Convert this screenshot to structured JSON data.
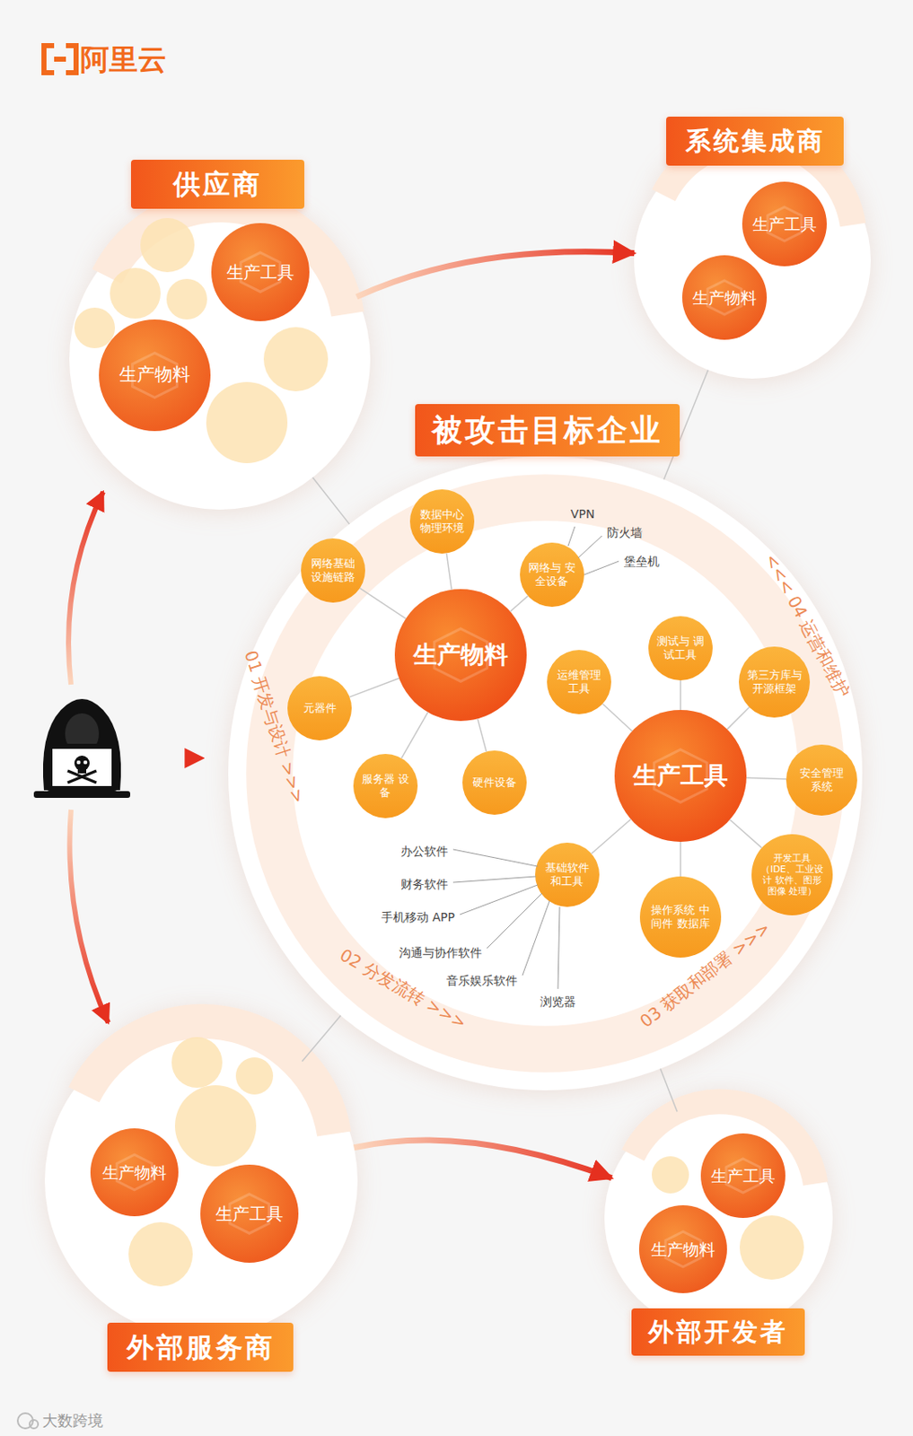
{
  "diagram": {
    "nodes": [
      {
        "text": [
          "供应商"
        ]
      },
      {
        "text": [
          "生产工具"
        ],
        "in": 0
      },
      {
        "text": [
          "生产物料"
        ],
        "in": 0
      },
      {
        "text": [
          "系统集成商"
        ]
      },
      {
        "text": [
          "生产工具"
        ],
        "in": 3
      },
      {
        "text": [
          "生产物料"
        ],
        "in": 3
      },
      {
        "text": [
          "被攻击目标企业"
        ]
      },
      {
        "text": [
          "数据中心 物理环境"
        ],
        "in": 6
      },
      {
        "text": [
          "网络基础 设施链路"
        ],
        "in": 6
      },
      {
        "text": [
          "网络与 安全设备"
        ],
        "in": 6
      },
      {
        "text": [
          "生产物料"
        ],
        "in": 6
      },
      {
        "text": [
          "元器件"
        ],
        "in": 6
      },
      {
        "text": [
          "服务器 设备"
        ],
        "in": 6
      },
      {
        "text": [
          "硬件设备"
        ],
        "in": 6
      },
      {
        "text": [
          "运维管理 工具"
        ],
        "in": 6
      },
      {
        "text": [
          "测试与 调试工具"
        ],
        "in": 6
      },
      {
        "text": [
          "第三方库与 开源框架"
        ],
        "in": 6
      },
      {
        "text": [
          "生产工具"
        ],
        "in": 6
      },
      {
        "text": [
          "安全管理 系统"
        ],
        "in": 6
      },
      {
        "text": [
          "基础软件 和工具"
        ],
        "in": 6
      },
      {
        "text": [
          "开发工具 （IDE、工业设计 软件、图形图像 处理）"
        ],
        "in": 6
      },
      {
        "text": [
          "操作系统 中间件 数据库"
        ],
        "in": 6
      },
      {
        "text": [
          "外部服务商"
        ]
      },
      {
        "text": [
          "生产物料"
        ],
        "in": 22
      },
      {
        "text": [
          "生产工具"
        ],
        "in": 22
      },
      {
        "text": [
          "外部开发者"
        ]
      },
      {
        "text": [
          "生产工具"
        ],
        "in": 25
      },
      {
        "text": [
          "生产物料"
        ],
        "in": 25
      }
    ],
    "edges": [
      {
        "from": 0,
        "to": 3,
        "arrow": "to"
      },
      {
        "from": 0,
        "to": 6,
        "arrow": "none"
      },
      {
        "from": 3,
        "to": 6,
        "arrow": "none"
      },
      {
        "from": 22,
        "to": 6,
        "arrow": "none"
      },
      {
        "from": 25,
        "to": 6,
        "arrow": "none"
      },
      {
        "from": 22,
        "to": 25,
        "arrow": "to"
      },
      {
        "from": 10,
        "to": 7,
        "arrow": "none"
      },
      {
        "from": 10,
        "to": 8,
        "arrow": "none"
      },
      {
        "from": 10,
        "to": 9,
        "arrow": "none"
      },
      {
        "from": 10,
        "to": 11,
        "arrow": "none"
      },
      {
        "from": 10,
        "to": 12,
        "arrow": "none"
      },
      {
        "from": 10,
        "to": 13,
        "arrow": "none"
      },
      {
        "from": 17,
        "to": 14,
        "arrow": "none"
      },
      {
        "from": 17,
        "to": 15,
        "arrow": "none"
      },
      {
        "from": 17,
        "to": 16,
        "arrow": "none"
      },
      {
        "from": 17,
        "to": 18,
        "arrow": "none"
      },
      {
        "from": 17,
        "to": 20,
        "arrow": "none"
      },
      {
        "from": 17,
        "to": 21,
        "arrow": "none"
      },
      {
        "from": 17,
        "to": 19,
        "arrow": "none"
      }
    ],
    "labels": [
      "阿里云",
      "VPN",
      "防火墙",
      "堡垒机",
      "01 开发与设计 >>>",
      "办公软件",
      "财务软件",
      "手机移动 APP",
      "沟通与协作软件",
      "音乐娱乐软件",
      "浏览器",
      "02 分发流转 >>>",
      "03 获取和部署 >>>",
      "<<< 04 运营和维护",
      "大数跨境"
    ]
  }
}
